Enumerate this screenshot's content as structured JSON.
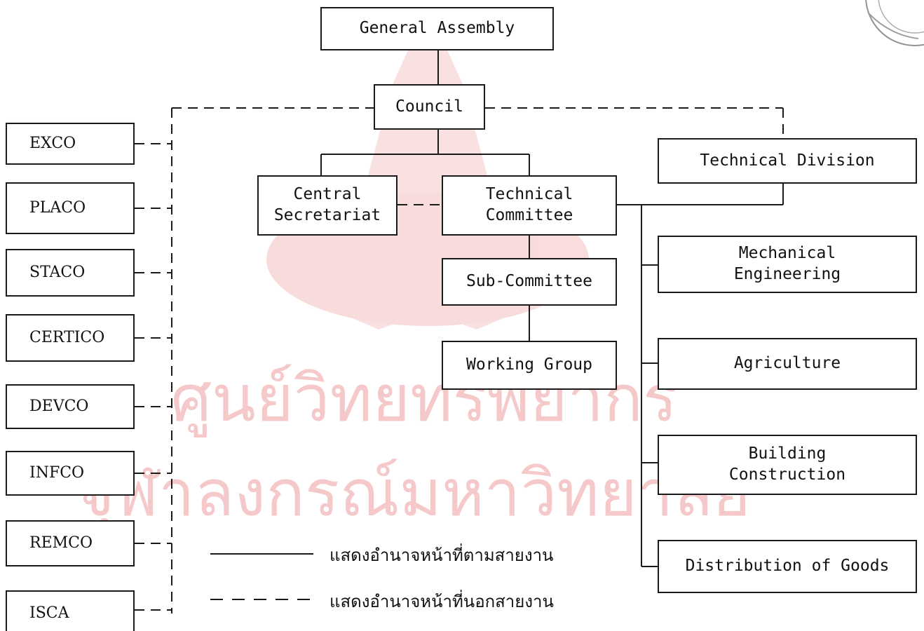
{
  "colors": {
    "ink": "#1a1a1a",
    "watermark": "#f2b8b8"
  },
  "watermark": {
    "line1": "ศูนย์วิทยทรัพยากร",
    "line2": "จุฬาลงกรณ์มหาวิทยาลัย"
  },
  "nodes": {
    "general_assembly": "General Assembly",
    "council": "Council",
    "central_secretariat": "Central\nSecretariat",
    "technical_committee": "Technical\nCommittee",
    "sub_committee": "Sub-Committee",
    "working_group": "Working Group",
    "technical_division": "Technical Division",
    "mechanical_engineering": "Mechanical\nEngineering",
    "agriculture": "Agriculture",
    "building_construction": "Building\nConstruction",
    "distribution_of_goods": "Distribution of Goods"
  },
  "committees": [
    "EXCO",
    "PLACO",
    "STACO",
    "CERTICO",
    "DEVCO",
    "INFCO",
    "REMCO",
    "ISCA"
  ],
  "legend": {
    "solid": "แสดงอำนาจหน้าที่ตามสายงาน",
    "dashed": "แสดงอำนาจหน้าที่นอกสายงาน"
  }
}
